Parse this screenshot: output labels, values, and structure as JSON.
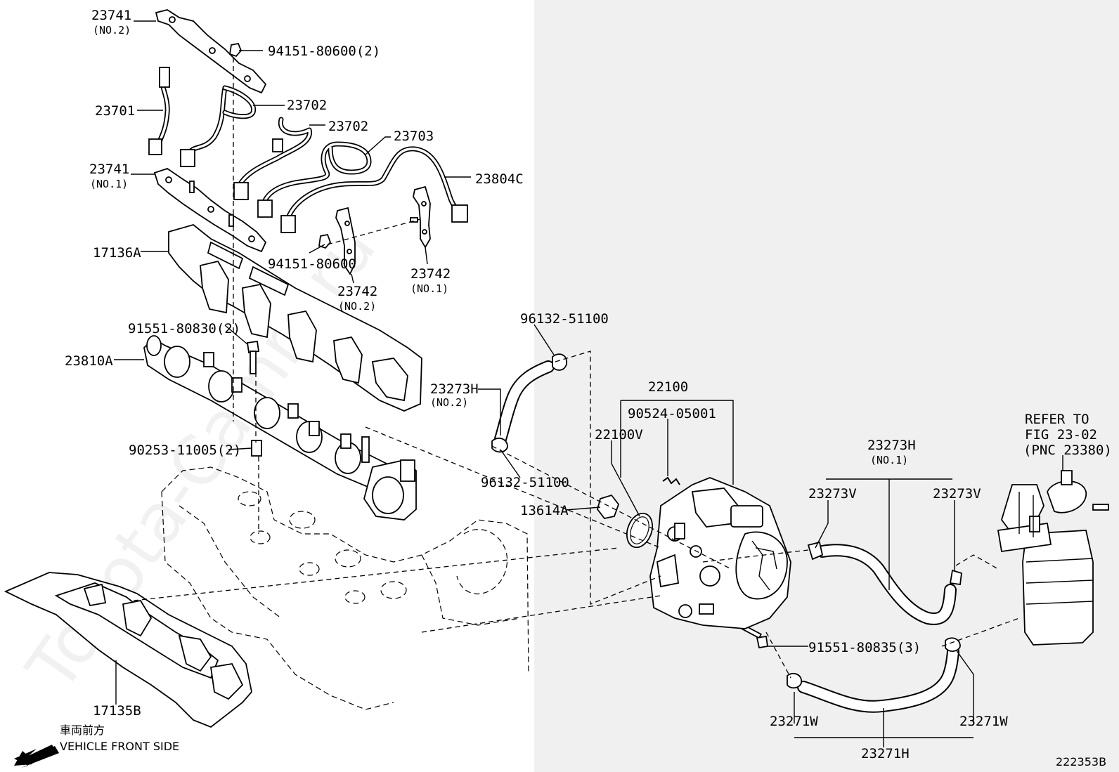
{
  "background": {
    "left_color": "#ffffff",
    "right_color": "#f0f0f0"
  },
  "watermark": "Toyota-Camry.ru",
  "callouts": {
    "c_23741_no2": "23741",
    "c_23741_no2_sub": "(NO.2)",
    "c_94151_80600_2": "94151-80600(2)",
    "c_23701": "23701",
    "c_23702_a": "23702",
    "c_23702_b": "23702",
    "c_23703": "23703",
    "c_23804c": "23804C",
    "c_23741_no1": "23741",
    "c_23741_no1_sub": "(NO.1)",
    "c_17136a": "17136A",
    "c_94151_80600": "94151-80600",
    "c_23742_no1": "23742",
    "c_23742_no1_sub": "(NO.1)",
    "c_23742_no2": "23742",
    "c_23742_no2_sub": "(NO.2)",
    "c_91551_80830_2": "91551-80830(2)",
    "c_96132_51100_top": "96132-51100",
    "c_23810a": "23810A",
    "c_23273h_no2": "23273H",
    "c_23273h_no2_sub": "(NO.2)",
    "c_22100": "22100",
    "c_90524_05001": "90524-05001",
    "c_22100v": "22100V",
    "c_refer_1": "REFER TO",
    "c_refer_2": "FIG 23-02",
    "c_refer_3": "(PNC 23380)",
    "c_23273h_no1": "23273H",
    "c_23273h_no1_sub": "(NO.1)",
    "c_90253_11005_2": "90253-11005(2)",
    "c_96132_51100_bot": "96132-51100",
    "c_13614a": "13614A",
    "c_23273v_left": "23273V",
    "c_23273v_right": "23273V",
    "c_91551_80835_3": "91551-80835(3)",
    "c_17135b": "17135B",
    "c_23271w_left": "23271W",
    "c_23271w_right": "23271W",
    "c_23271h": "23271H"
  },
  "footer": {
    "front_jp": "車両前方",
    "front_en": "VEHICLE FRONT SIDE",
    "figure_id": "222353B"
  },
  "icons": {
    "direction": "arrow-left-down-icon"
  }
}
